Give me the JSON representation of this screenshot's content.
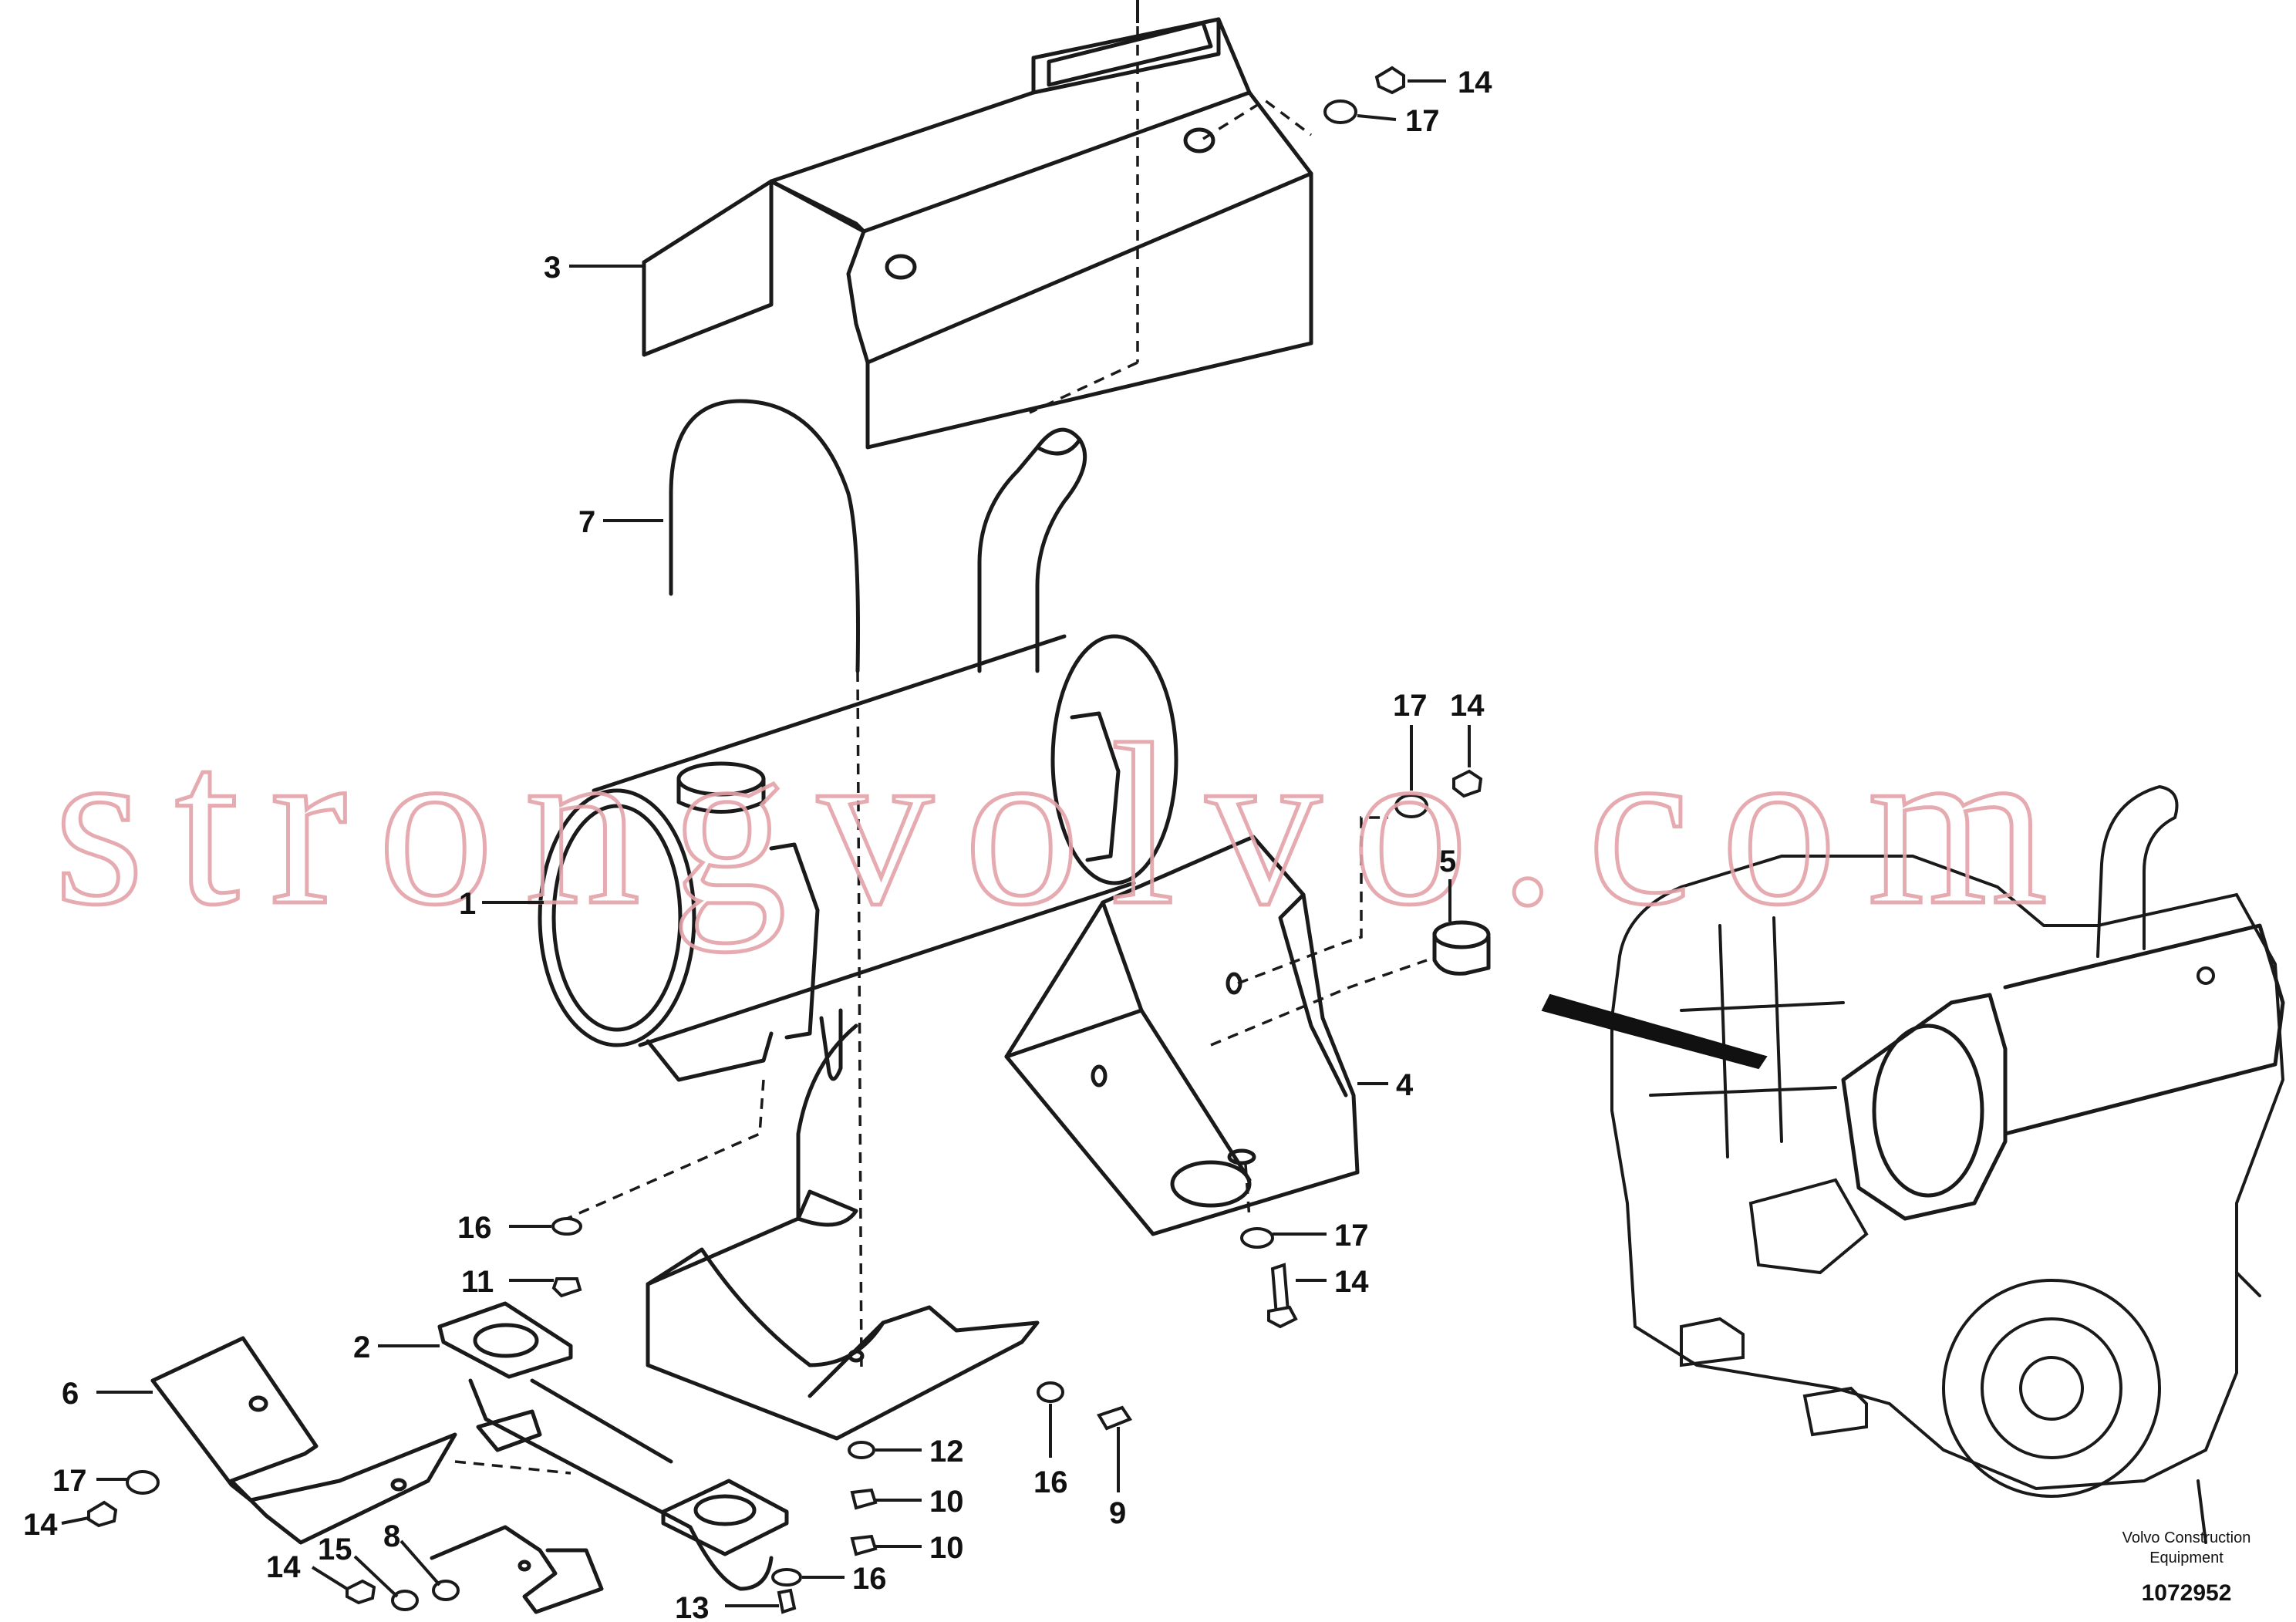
{
  "diagram": {
    "callouts": [
      "14",
      "17",
      "3",
      "7",
      "1",
      "17",
      "14",
      "5",
      "4",
      "17",
      "14",
      "16",
      "11",
      "2",
      "6",
      "17",
      "14",
      "14",
      "15",
      "8",
      "12",
      "10",
      "10",
      "16",
      "13",
      "16",
      "9"
    ],
    "brand_line1": "Volvo Construction",
    "brand_line2": "Equipment",
    "document_number": "1072952",
    "watermark": "strongvolvo.com"
  },
  "colors": {
    "line": "#1a1a1a",
    "watermark": "#e3a3a8",
    "background": "#ffffff"
  }
}
